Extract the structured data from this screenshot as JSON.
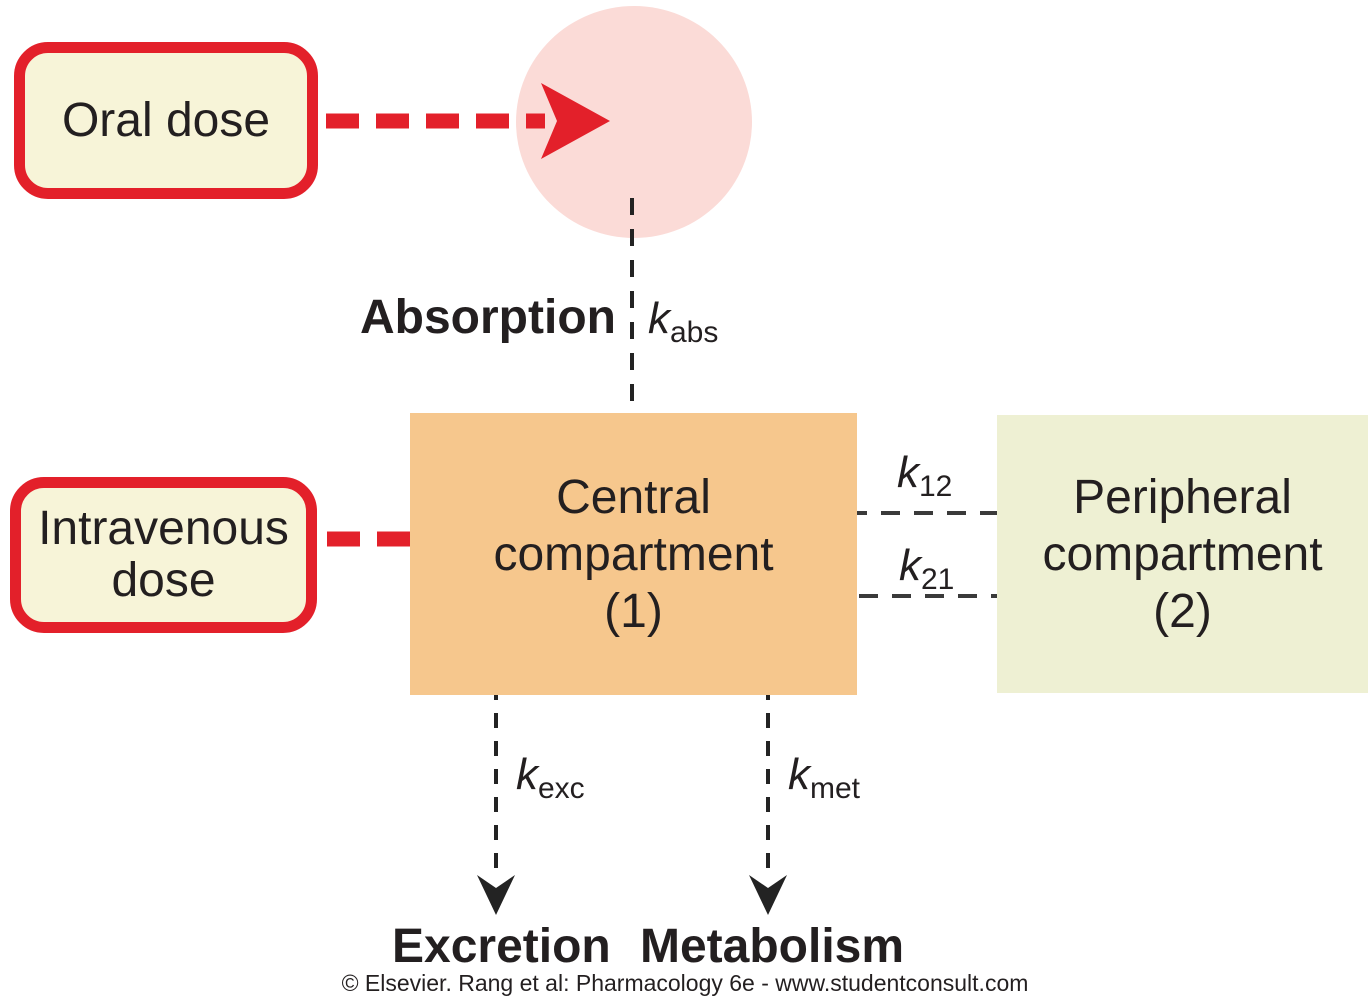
{
  "nodes": {
    "oral_dose": {
      "label": "Oral dose"
    },
    "iv_dose": {
      "lines": [
        "Intravenous",
        "dose"
      ]
    },
    "central": {
      "lines": [
        "Central",
        "compartment",
        "(1)"
      ]
    },
    "peripheral": {
      "lines": [
        "Peripheral",
        "compartment",
        "(2)"
      ]
    }
  },
  "rates": {
    "absorption_label": "Absorption",
    "k_abs": {
      "base": "k",
      "sub": "abs"
    },
    "k_12": {
      "base": "k",
      "sub": "12"
    },
    "k_21": {
      "base": "k",
      "sub": "21"
    },
    "k_exc": {
      "base": "k",
      "sub": "exc"
    },
    "k_met": {
      "base": "k",
      "sub": "met"
    }
  },
  "outcomes": {
    "excretion": "Excretion",
    "metabolism": "Metabolism"
  },
  "credit": "© Elsevier. Rang et al: Pharmacology 6e - www.studentconsult.com",
  "colors": {
    "dose_box_fill": "#f7f4d8",
    "dose_box_border": "#e3202a",
    "arrow_red": "#e3202a",
    "arrow_black": "#232323",
    "absorption_circle_fill": "#fbdbd7",
    "central_compartment_fill": "#f6c78d",
    "peripheral_compartment_fill": "#eef0d3",
    "text_ink": "#231f20"
  }
}
